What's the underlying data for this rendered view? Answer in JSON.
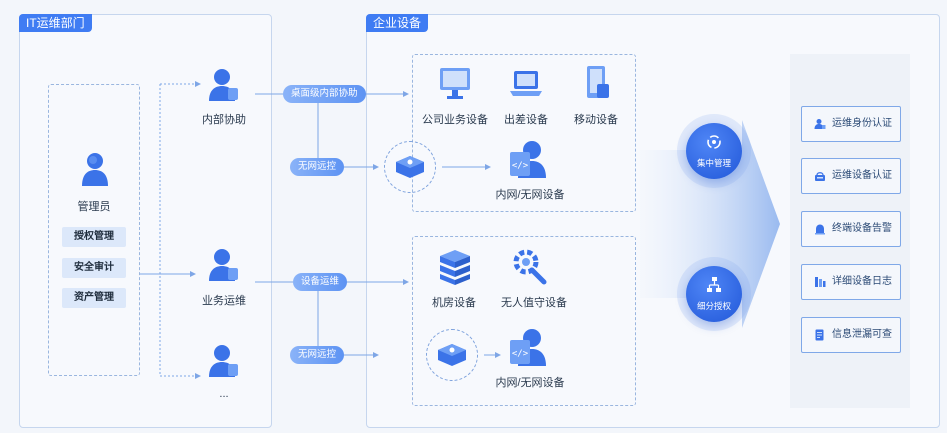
{
  "it_department": {
    "tag": "IT运维部门",
    "admin_label": "管理员",
    "permissions": [
      "授权管理",
      "安全审计",
      "资产管理"
    ],
    "roles": [
      {
        "label": "内部协助"
      },
      {
        "label": "业务运维"
      },
      {
        "label": "..."
      }
    ]
  },
  "enterprise_devices": {
    "tag": "企业设备",
    "group_top": {
      "pill_main": "桌面级内部协助",
      "pill_offline": "无网远控",
      "devices": [
        "公司业务设备",
        "出差设备",
        "移动设备"
      ],
      "intranet_label": "内网/无网设备"
    },
    "group_bottom": {
      "pill_main": "设备运维",
      "pill_offline": "无网远控",
      "devices": [
        "机房设备",
        "无人值守设备"
      ],
      "intranet_label": "内网/无网设备"
    }
  },
  "management": {
    "centralized": "集中管理",
    "fine_grained": "细分授权"
  },
  "features": [
    {
      "label": "运维身份认证",
      "icon": "user-shield-icon"
    },
    {
      "label": "运维设备认证",
      "icon": "device-verify-icon"
    },
    {
      "label": "终端设备告警",
      "icon": "alarm-icon"
    },
    {
      "label": "详细设备日志",
      "icon": "log-icon"
    },
    {
      "label": "信息泄漏可查",
      "icon": "document-search-icon"
    }
  ],
  "colors": {
    "accent": "#3f7cf3",
    "panel_border": "#c6d6ee",
    "pill": "#6a9cf4",
    "icon_blue": "#3b73e8"
  }
}
